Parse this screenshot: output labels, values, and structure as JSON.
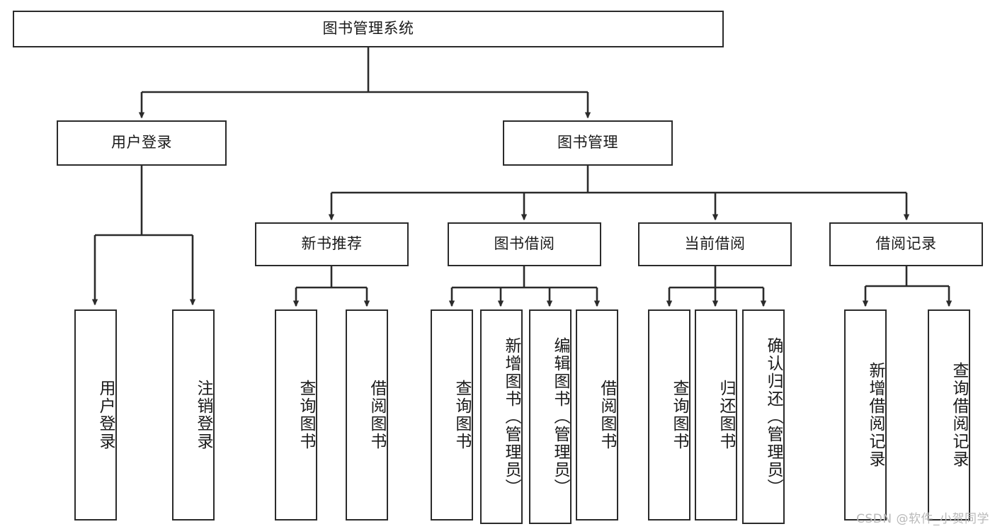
{
  "diagram": {
    "type": "tree-hierarchy",
    "title_node": "图书管理系统",
    "watermark": "CSDN @软件_小贺同学",
    "colors": {
      "box_border": "#2b2b2b",
      "box_fill": "#ffffff",
      "edge": "#2b2b2b",
      "text": "#1a1a1a",
      "watermark": "#b9b9b9"
    },
    "nodes": {
      "root": {
        "label": "图书管理系统"
      },
      "level2": [
        {
          "id": "user-login",
          "label": "用户登录"
        },
        {
          "id": "book-manage",
          "label": "图书管理"
        }
      ],
      "level3": [
        {
          "id": "new-book-rec",
          "label": "新书推荐"
        },
        {
          "id": "book-borrow",
          "label": "图书借阅"
        },
        {
          "id": "current-borrow",
          "label": "当前借阅"
        },
        {
          "id": "borrow-record",
          "label": "借阅记录"
        }
      ],
      "leaves": {
        "user-login": [
          {
            "id": "leaf-user-login",
            "label": "用户登录"
          },
          {
            "id": "leaf-logout-login",
            "label": "注销登录"
          }
        ],
        "new-book-rec": [
          {
            "id": "leaf-query-book-1",
            "label": "查询图书"
          },
          {
            "id": "leaf-borrow-book-1",
            "label": "借阅图书"
          }
        ],
        "book-borrow": [
          {
            "id": "leaf-query-book-2",
            "label": "查询图书"
          },
          {
            "id": "leaf-add-book",
            "label": "新增图书（管理员）"
          },
          {
            "id": "leaf-edit-book",
            "label": "编辑图书（管理员）"
          },
          {
            "id": "leaf-borrow-book-2",
            "label": "借阅图书"
          }
        ],
        "current-borrow": [
          {
            "id": "leaf-query-book-3",
            "label": "查询图书"
          },
          {
            "id": "leaf-return-book",
            "label": "归还图书"
          },
          {
            "id": "leaf-confirm-return",
            "label": "确认归还（管理员）"
          }
        ],
        "borrow-record": [
          {
            "id": "leaf-add-record",
            "label": "新增借阅记录"
          },
          {
            "id": "leaf-query-record",
            "label": "查询借阅记录"
          }
        ]
      }
    }
  }
}
